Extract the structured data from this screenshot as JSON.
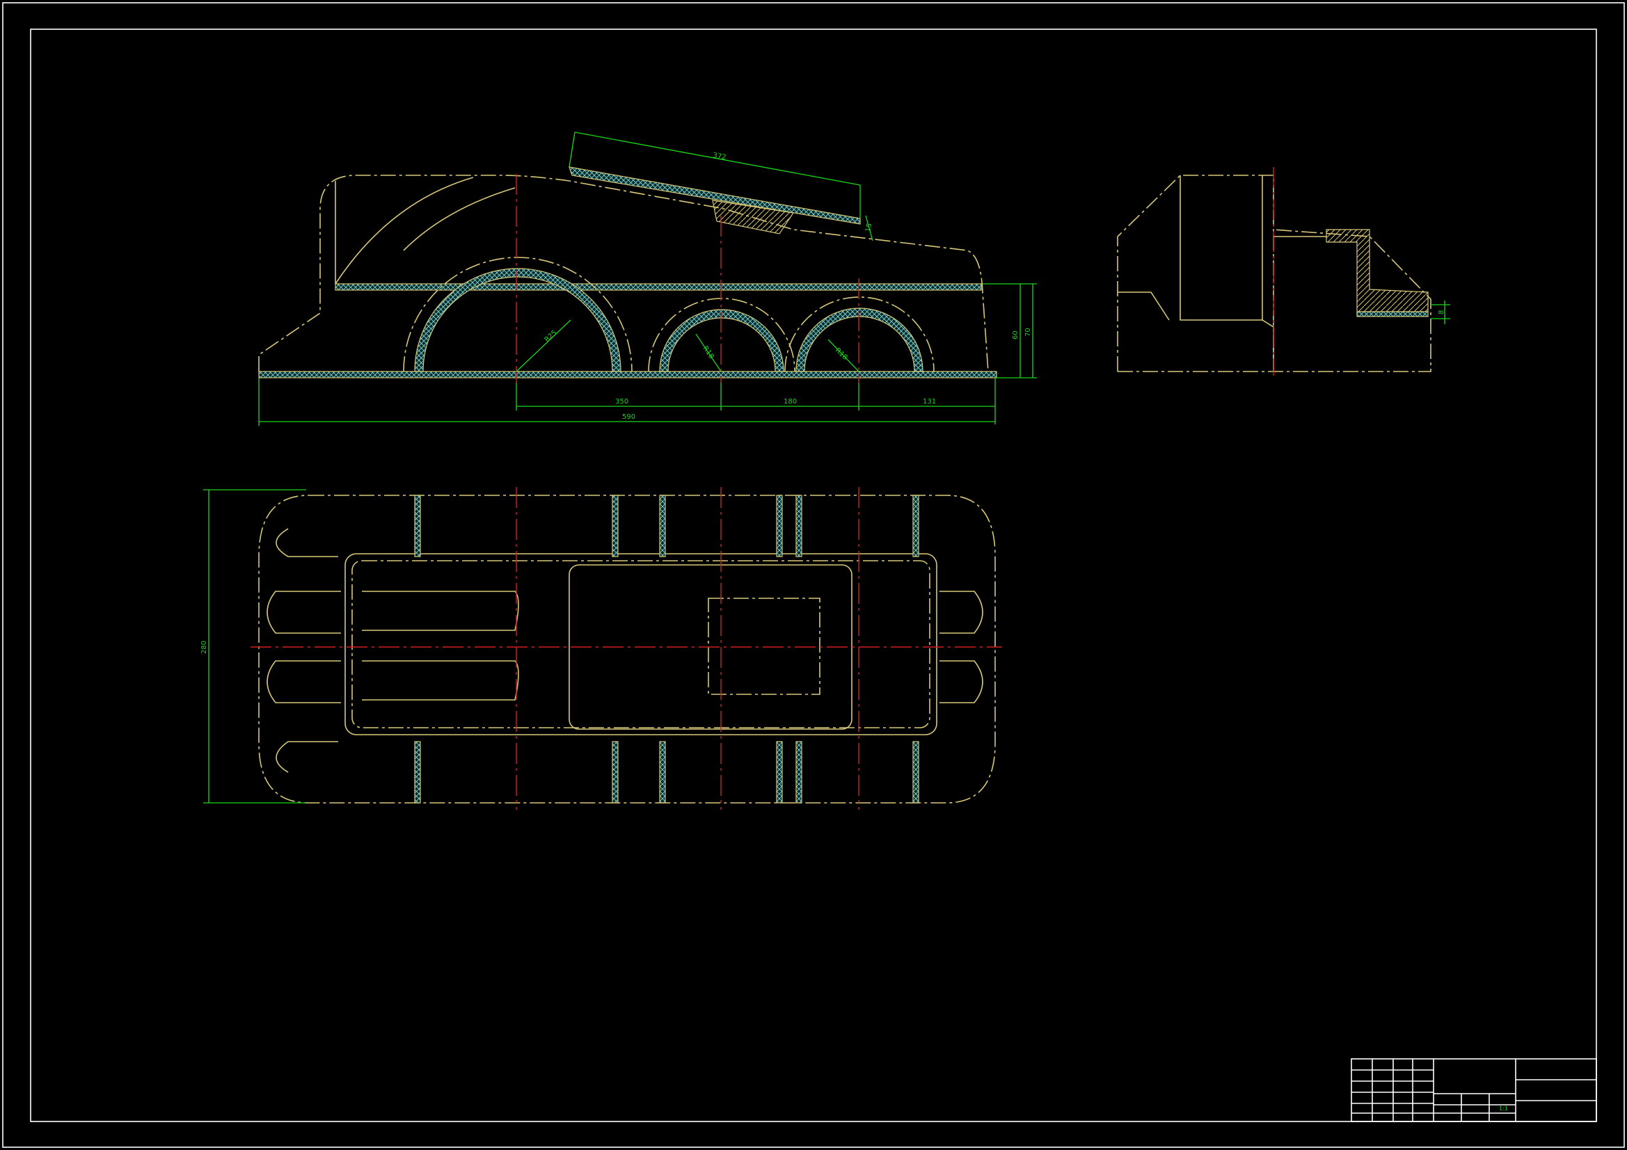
{
  "dimensions": {
    "cover_length": "372",
    "cover_angle": "15",
    "dist_a": "350",
    "dist_b": "180",
    "dist_c": "131",
    "overall_length": "590",
    "height_a": "60",
    "height_b": "70",
    "width": "280",
    "radius_large": "R25",
    "radius_mid": "R18",
    "radius_small": "R18",
    "side_thickness": "8"
  },
  "title_block": {
    "ratio": "1:1"
  },
  "colors": {
    "background": "#000000",
    "outline": "#d8c878",
    "dimension": "#18d818",
    "centerline": "#d02020",
    "frame": "#ffffff"
  }
}
